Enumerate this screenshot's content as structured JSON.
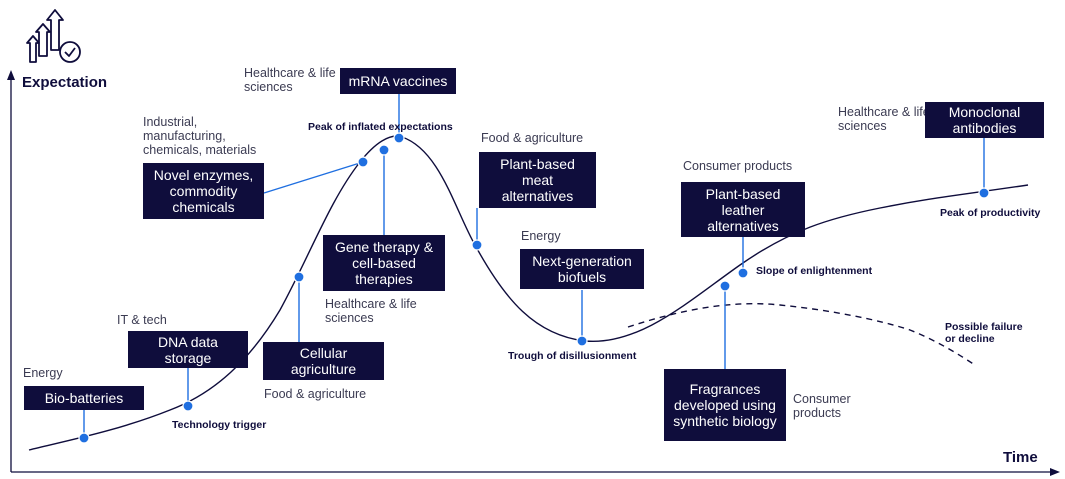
{
  "axes": {
    "y_label": "Expectation",
    "x_label": "Time"
  },
  "stages": {
    "trigger": "Technology trigger",
    "peak": "Peak of inflated expectations",
    "trough": "Trough of disillusionment",
    "slope": "Slope of enlightenment",
    "plateau": "Peak of productivity",
    "failure": "Possible failure or decline"
  },
  "technologies": [
    {
      "name": "Bio-batteries",
      "sector": "Energy"
    },
    {
      "name": "DNA data storage",
      "sector": "IT & tech"
    },
    {
      "name": "Cellular agriculture",
      "sector": "Food & agriculture"
    },
    {
      "name": "Novel enzymes, commodity chemicals",
      "sector": "Industrial, manufacturing, chemicals, materials"
    },
    {
      "name": "mRNA vaccines",
      "sector": "Healthcare & life sciences"
    },
    {
      "name": "Gene therapy & cell-based therapies",
      "sector": "Healthcare & life sciences"
    },
    {
      "name": "Plant-based meat alternatives",
      "sector": "Food & agriculture"
    },
    {
      "name": "Next-generation biofuels",
      "sector": "Energy"
    },
    {
      "name": "Fragrances developed using synthetic biology",
      "sector": "Consumer products"
    },
    {
      "name": "Plant-based leather alternatives",
      "sector": "Consumer products"
    },
    {
      "name": "Monoclonal antibodies",
      "sector": "Healthcare & life sciences"
    }
  ],
  "colors": {
    "box": "#0f0d3c",
    "accent": "#1f6fe0",
    "curve": "#0f0d3c"
  },
  "icon": "growth-arrows-check-icon"
}
